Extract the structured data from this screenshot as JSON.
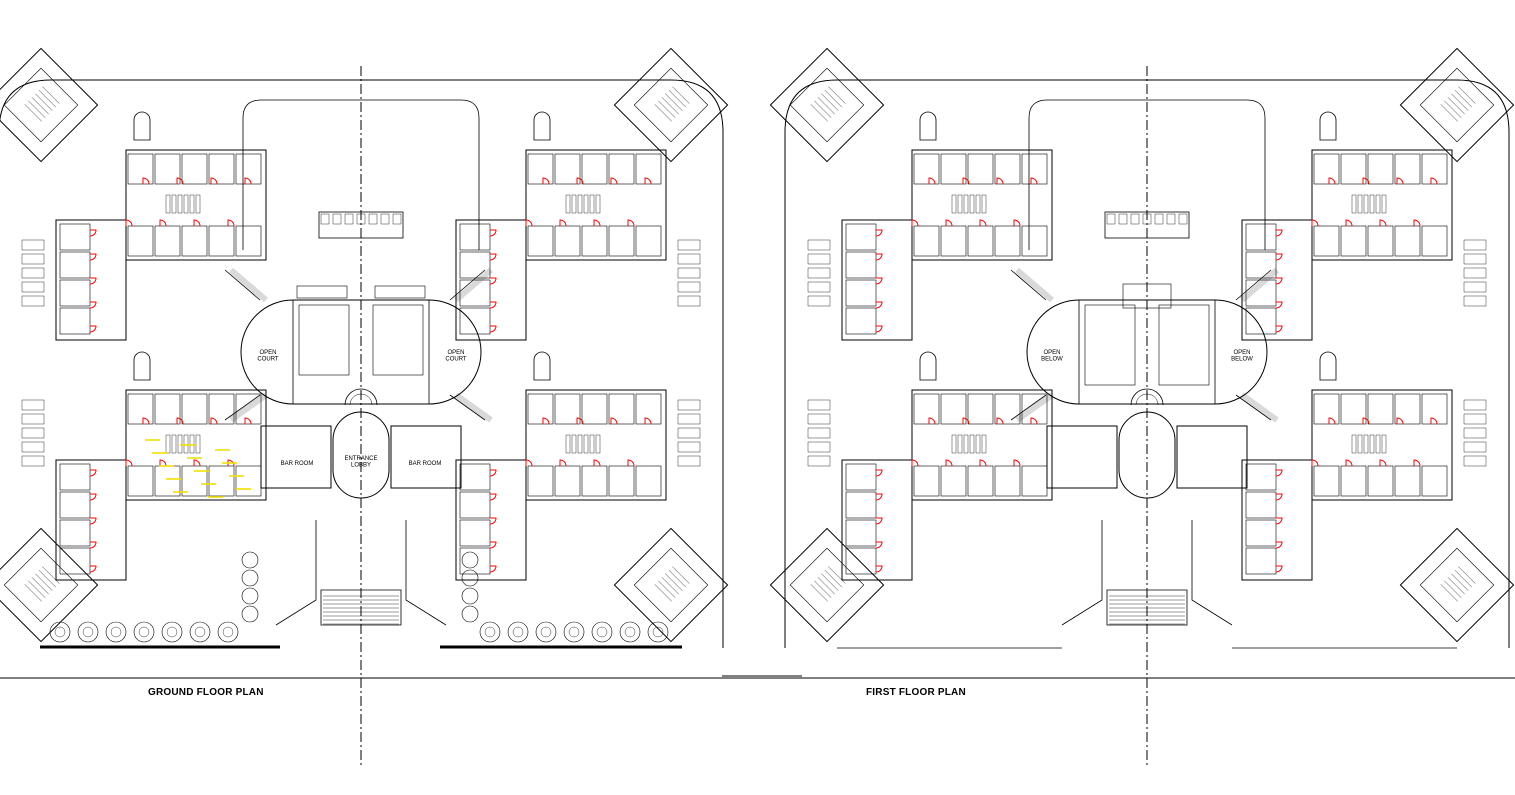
{
  "captions": {
    "ground": "GROUND FLOOR PLAN",
    "first": "FIRST FLOOR PLAN"
  },
  "ground_labels": {
    "open_court": "OPEN\nCOURT",
    "entrance": "ENTRANCE\nLOBBY",
    "bar_room": "BAR ROOM"
  },
  "first_labels": {
    "open_below": "OPEN\nBELOW"
  },
  "colors": {
    "lines": "#000000",
    "doors": "#ff0000",
    "highlight": "#f0e000",
    "background": "#ffffff"
  }
}
